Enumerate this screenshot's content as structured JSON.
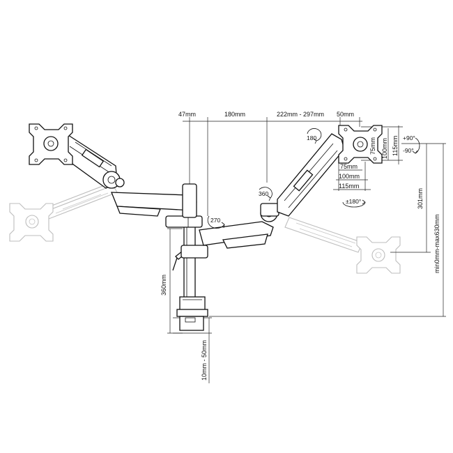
{
  "dimensions": {
    "top": {
      "d47": "47mm",
      "d180": "180mm",
      "d222_297": "222mm - 297mm",
      "d50": "50mm"
    },
    "vesa_vertical": {
      "v75": "75mm",
      "v100": "100mm",
      "v115": "115mm"
    },
    "vesa_horizontal": {
      "h75": "75mm",
      "h100": "100mm",
      "h115": "115mm"
    },
    "height_301": "301mm",
    "height_range": "min0mm-max630mm",
    "pole_height": "360mm",
    "desk_thickness": "10mm - 50mm"
  },
  "rotations": {
    "r180": "180",
    "r360": "360",
    "r270": "270",
    "tilt_up": "+90°",
    "tilt_down": "-90°",
    "swivel": "±180°"
  }
}
